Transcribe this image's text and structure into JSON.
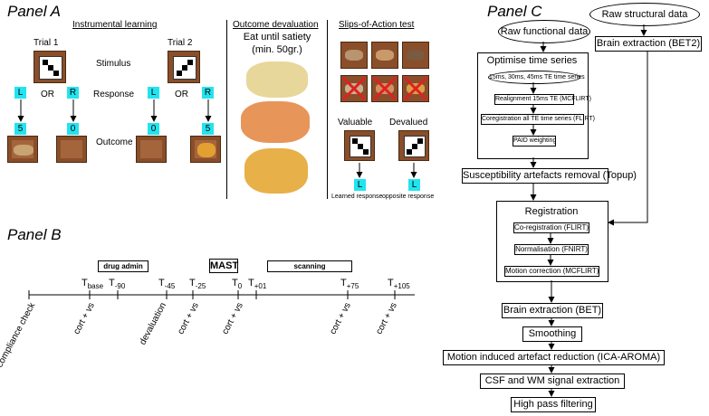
{
  "panel_a": {
    "title": "Panel A",
    "instrumental": {
      "heading": "Instrumental learning",
      "trial1": "Trial 1",
      "trial2": "Trial 2",
      "stimulus": "Stimulus",
      "response": "Response",
      "outcome": "Outcome",
      "or1": "OR",
      "or2": "OR",
      "keys": [
        "L",
        "R",
        "L",
        "R"
      ],
      "outcomes": [
        "5",
        "0",
        "0",
        "5"
      ]
    },
    "devaluation": {
      "heading": "Outcome devaluation",
      "line1": "Eat until satiety",
      "line2": "(min. 50gr.)"
    },
    "slips": {
      "heading": "Slips-of-Action test",
      "valuable": "Valuable",
      "devalued": "Devalued",
      "key1": "L",
      "key2": "L",
      "learned": "Learned response",
      "opposite": "opposite response"
    }
  },
  "panel_b": {
    "title": "Panel B",
    "drug_admin": "drug admin",
    "mast": "MAST",
    "scanning": "scanning",
    "time_labels": [
      {
        "main": "T",
        "sub": "base"
      },
      {
        "main": "T",
        "sub": "-90"
      },
      {
        "main": "T",
        "sub": "-45"
      },
      {
        "main": "T",
        "sub": "-25"
      },
      {
        "main": "T",
        "sub": "0"
      },
      {
        "main": "T",
        "sub": "+01"
      },
      {
        "main": "T",
        "sub": "+75"
      },
      {
        "main": "T",
        "sub": "+105"
      }
    ],
    "events": [
      "compliance check",
      "cort + vs",
      "devaluation",
      "cort + vs",
      "cort + vs",
      "cort + vs",
      "cort + vs"
    ]
  },
  "panel_c": {
    "title": "Panel C",
    "raw_functional": "Raw functional data",
    "raw_structural": "Raw structural data",
    "brain_extraction_bet2": "Brain extraction (BET2)",
    "optimise_title": "Optimise time series",
    "echo_times": "15ms, 30ms, 45ms TE time series",
    "realignment": "Realignment 15ms TE (MCFLIRT)",
    "coregistration_all": "Coregistration all TE time series (FLIRT)",
    "paid": "PAID weighting",
    "topup": "Susceptibility artefacts removal (Topup)",
    "registration_title": "Registration",
    "coreg": "Co-registration (FLIRT)",
    "normalisation": "Normalisation (FNIRT)",
    "motion_correction": "Motion correction (MCFLIRT)",
    "bet": "Brain extraction (BET)",
    "smoothing": "Smoothing",
    "ica": "Motion induced artefact reduction (ICA-AROMA)",
    "csf": "CSF and WM signal extraction",
    "highpass": "High pass filtering"
  },
  "colors": {
    "key_cyan": "#22e4f0",
    "frame_brown": "#8a4e2a",
    "cross_red": "#e02020"
  }
}
